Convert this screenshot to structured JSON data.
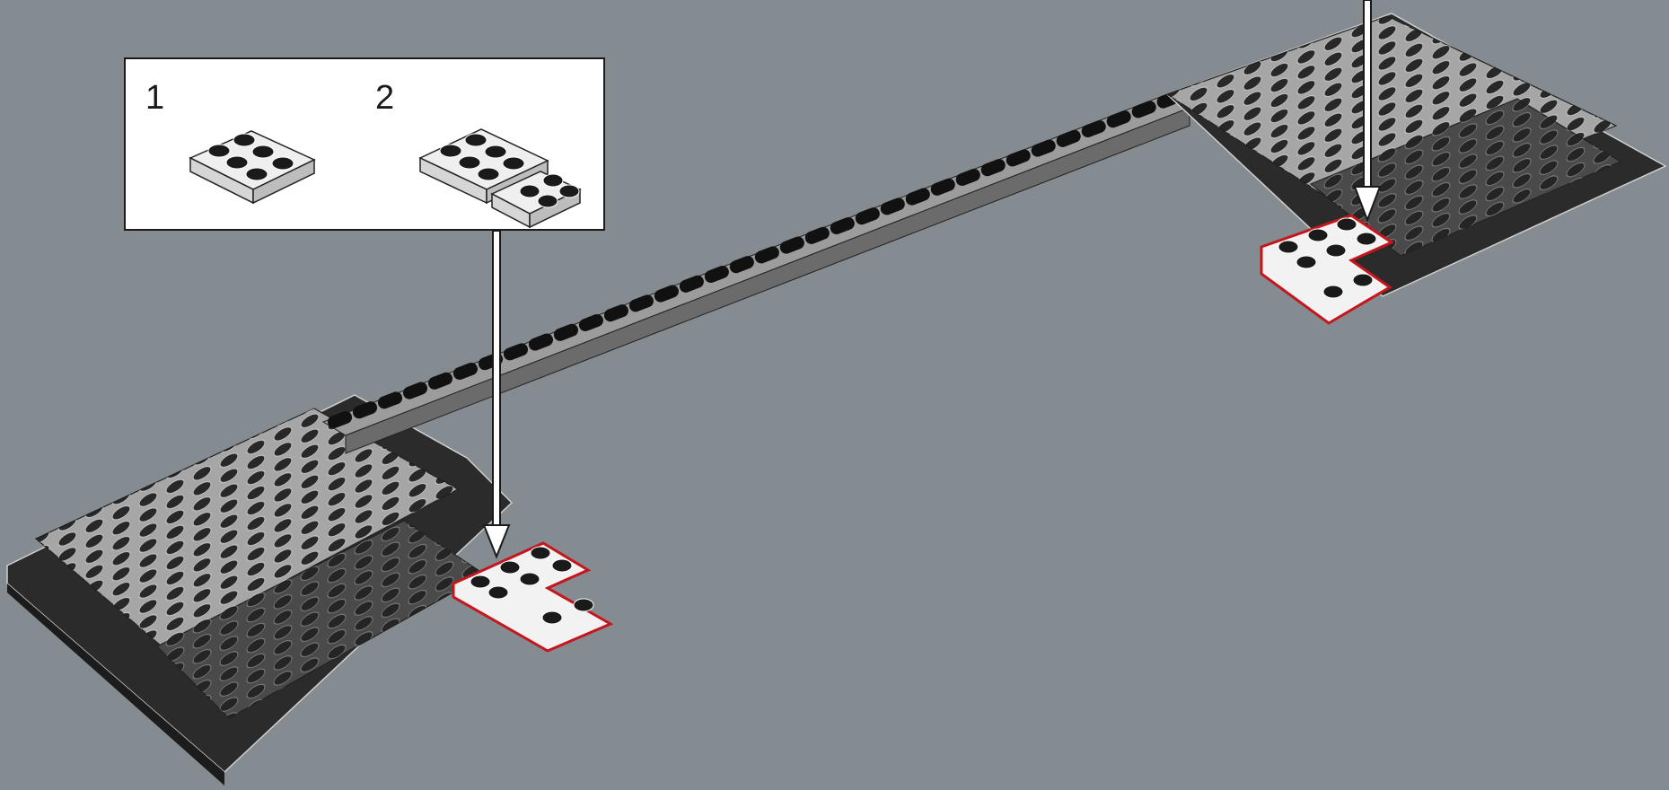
{
  "callout": {
    "steps": [
      {
        "number": "1",
        "part": "plate-2x3-white"
      },
      {
        "number": "2",
        "part": "plate-2x3-white-with-plate-2x2-white"
      }
    ]
  },
  "colors": {
    "background": "#858c91",
    "light_gray_plate": "#a6a6a6",
    "dark_gray_plate": "#4a4a4a",
    "black_plate": "#2b2b2b",
    "new_part": "#f2f2f2",
    "new_part_outline": "#c4161c",
    "arrow": "#ffffff"
  },
  "icons": [
    "arrow-down-icon",
    "arrow-down-icon"
  ]
}
